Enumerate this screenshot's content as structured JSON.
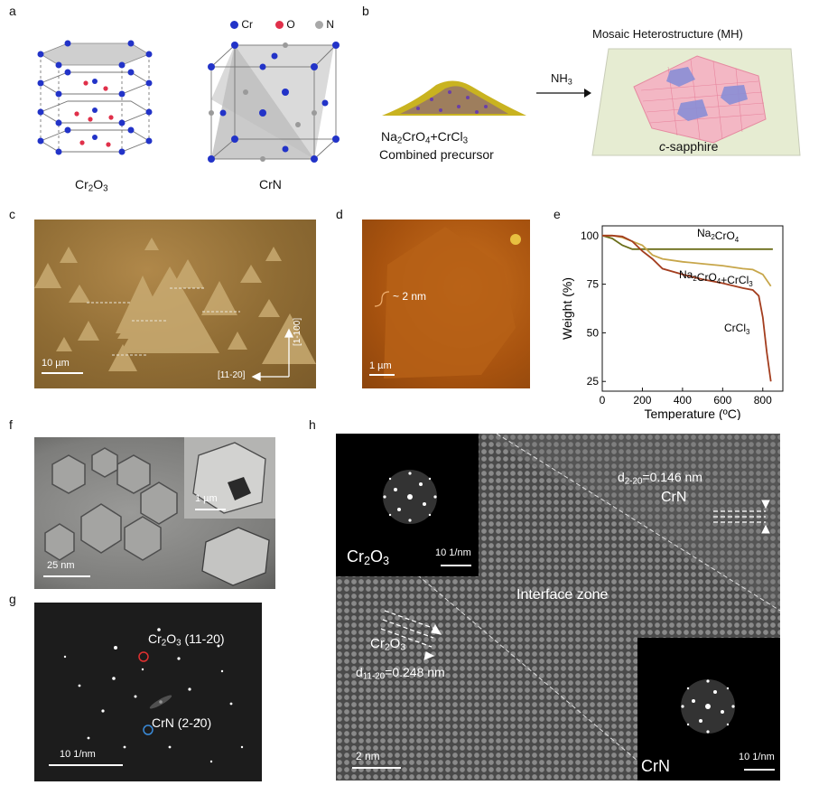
{
  "panels": {
    "a": "a",
    "b": "b",
    "c": "c",
    "d": "d",
    "e": "e",
    "f": "f",
    "g": "g",
    "h": "h"
  },
  "panel_a": {
    "legend": {
      "cr": "Cr",
      "o": "O",
      "n": "N"
    },
    "caption_left": {
      "base": "Cr",
      "s1": "2",
      "mid": "O",
      "s2": "3"
    },
    "caption_right": "CrN",
    "colors": {
      "cr": "#2233c8",
      "o": "#e0304a",
      "n": "#a8a8a8"
    }
  },
  "panel_b": {
    "title": "Mosaic Heterostructure (MH)",
    "arrow": {
      "base": "NH",
      "sub": "3"
    },
    "precursor_line1": {
      "a": "Na",
      "s1": "2",
      "b": "CrO",
      "s2": "4",
      "c": "+CrCl",
      "s3": "3"
    },
    "precursor_line2": "Combined precursor",
    "substrate_italic": "c",
    "substrate_rest": "-sapphire"
  },
  "panel_c": {
    "scale": "10 µm",
    "dir_vertical": "[1-100]",
    "dir_horizontal": "[11-20]"
  },
  "panel_d": {
    "step": "~ 2 nm",
    "scale": "1 µm"
  },
  "panel_f": {
    "scale_main": "25 nm",
    "scale_inset": "1 µm"
  },
  "panel_g": {
    "spot1": {
      "a": "Cr",
      "s1": "2",
      "b": "O",
      "s2": "3",
      "c": " (11-20)"
    },
    "spot2": "CrN (2-20)",
    "scale": "10 1/nm"
  },
  "panel_h": {
    "d1": {
      "a": "d",
      "s": "2-20",
      "b": "=0.146 nm"
    },
    "crn_label": "CrN",
    "interface": "Interface zone",
    "cr2o3_inset": {
      "a": "Cr",
      "s1": "2",
      "b": "O",
      "s2": "3"
    },
    "cr2o3_lattice": {
      "a": "Cr",
      "s1": "2",
      "b": "O",
      "s2": "3"
    },
    "d2": {
      "a": "d",
      "s": "11-20",
      "b": "=0.248 nm"
    },
    "scale_main": "2 nm",
    "scale_fft1": "10 1/nm",
    "scale_fft2": "10 1/nm",
    "crn_inset": "CrN"
  },
  "chart_data": {
    "type": "line",
    "xlabel": "Temperature (ºC)",
    "ylabel": "Weight (%)",
    "xlim": [
      0,
      900
    ],
    "ylim": [
      20,
      105
    ],
    "xticks": [
      0,
      200,
      400,
      600,
      800
    ],
    "yticks": [
      25,
      50,
      75,
      100
    ],
    "series": [
      {
        "name": "Na2CrO4",
        "label": {
          "a": "Na",
          "s1": "2",
          "b": "CrO",
          "s2": "4"
        },
        "color": "#6b6e1a",
        "x": [
          0,
          50,
          100,
          150,
          200,
          300,
          400,
          500,
          600,
          700,
          800,
          850
        ],
        "y": [
          100,
          98.5,
          95,
          93,
          93,
          93,
          93,
          93,
          93,
          93,
          93,
          93
        ]
      },
      {
        "name": "Na2CrO4+CrCl3",
        "label": {
          "a": "Na",
          "s1": "2",
          "b": "CrO",
          "s2": "4",
          "c": "+CrCl",
          "s3": "3"
        },
        "color": "#c7a64a",
        "x": [
          0,
          50,
          100,
          150,
          200,
          250,
          300,
          400,
          500,
          600,
          700,
          750,
          800,
          840
        ],
        "y": [
          100,
          100,
          99,
          97,
          95,
          90,
          88,
          86.5,
          85.5,
          84.5,
          83,
          82.5,
          80,
          74
        ]
      },
      {
        "name": "CrCl3",
        "label": {
          "a": "CrCl",
          "s1": "3"
        },
        "color": "#a33d1e",
        "x": [
          0,
          50,
          100,
          150,
          200,
          250,
          300,
          400,
          500,
          600,
          700,
          750,
          780,
          800,
          820,
          840
        ],
        "y": [
          100,
          100,
          99.5,
          97,
          92,
          88,
          83,
          80,
          77.5,
          75.5,
          73,
          72,
          69,
          58,
          40,
          25
        ]
      }
    ]
  }
}
